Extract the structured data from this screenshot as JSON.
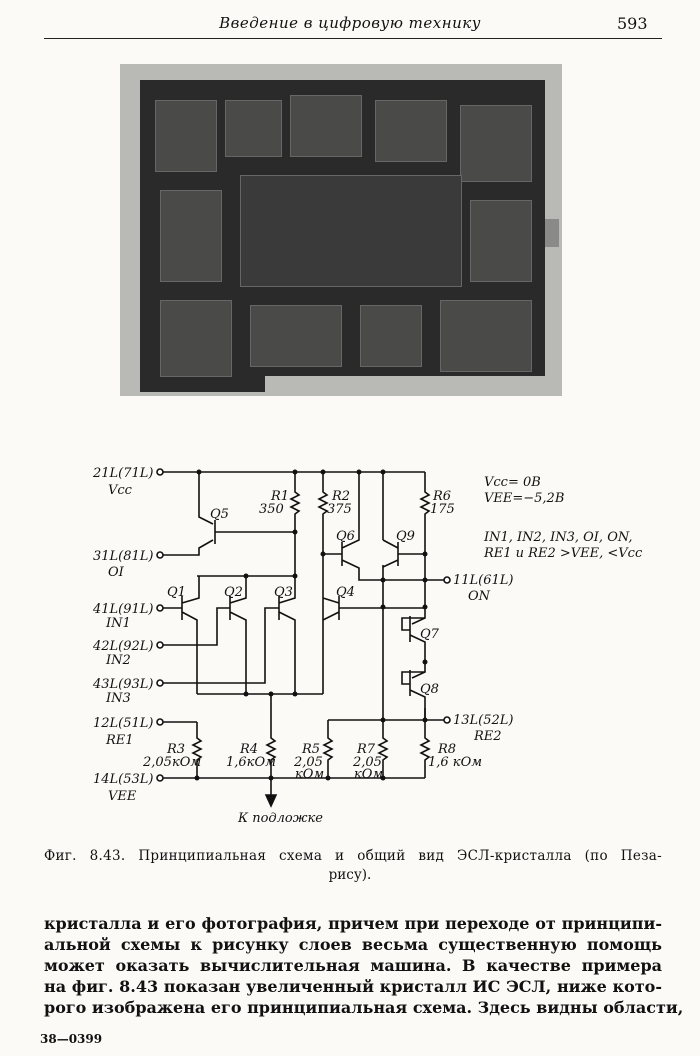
{
  "header": {
    "title": "Введение в цифровую технику",
    "page_number": "593"
  },
  "schematic": {
    "pins": {
      "vcc": {
        "id": "21L(71L)",
        "name": "Vcc"
      },
      "oi": {
        "id": "31L(81L)",
        "name": "OI"
      },
      "in1": {
        "id": "41L(91L)",
        "name": "IN1"
      },
      "in2": {
        "id": "42L(92L)",
        "name": "IN2"
      },
      "in3": {
        "id": "43L(93L)",
        "name": "IN3"
      },
      "re1": {
        "id": "12L(51L)",
        "name": "RE1"
      },
      "vee": {
        "id": "14L(53L)",
        "name": "VEE"
      },
      "on": {
        "id": "11L(61L)",
        "name": "ON"
      },
      "re2": {
        "id": "13L(52L)",
        "name": "RE2"
      }
    },
    "resistors": [
      {
        "name": "R1",
        "value": "350"
      },
      {
        "name": "R2",
        "value": "375"
      },
      {
        "name": "R6",
        "value": "175"
      },
      {
        "name": "R3",
        "value": "2,05кОм"
      },
      {
        "name": "R4",
        "value": "1,6кОм"
      },
      {
        "name": "R5",
        "value": "2,05",
        "unit": "кОм"
      },
      {
        "name": "R7",
        "value": "2,05",
        "unit": "кОм"
      },
      {
        "name": "R8",
        "value": "1,6 кОм"
      }
    ],
    "transistors": [
      "Q1",
      "Q2",
      "Q3",
      "Q4",
      "Q5",
      "Q6",
      "Q7",
      "Q8",
      "Q9"
    ],
    "notes": [
      "Vcc= 0B",
      "VEE=−5,2B",
      "IN1, IN2, IN3, OI, ON,",
      "RE1 и RE2 >VEE, <Vcc"
    ],
    "substrate": "К подложке"
  },
  "caption": {
    "line1": "Фиг. 8.43. Принципиальная схема и общий вид ЭСЛ-кристалла (по Пеза-",
    "line2": "рису)."
  },
  "body": [
    "кристалла и его фотография, причем при переходе от принципи-",
    "альной схемы к рисунку слоев весьма существенную помощь",
    "может оказать вычислительная машина. В качестве примера",
    "на фиг. 8.43 показан увеличенный кристалл ИС ЭСЛ, ниже кото-",
    "рого изображена его принципиальная схема. Здесь видны области,"
  ],
  "footer": {
    "signature": "38—0399"
  }
}
